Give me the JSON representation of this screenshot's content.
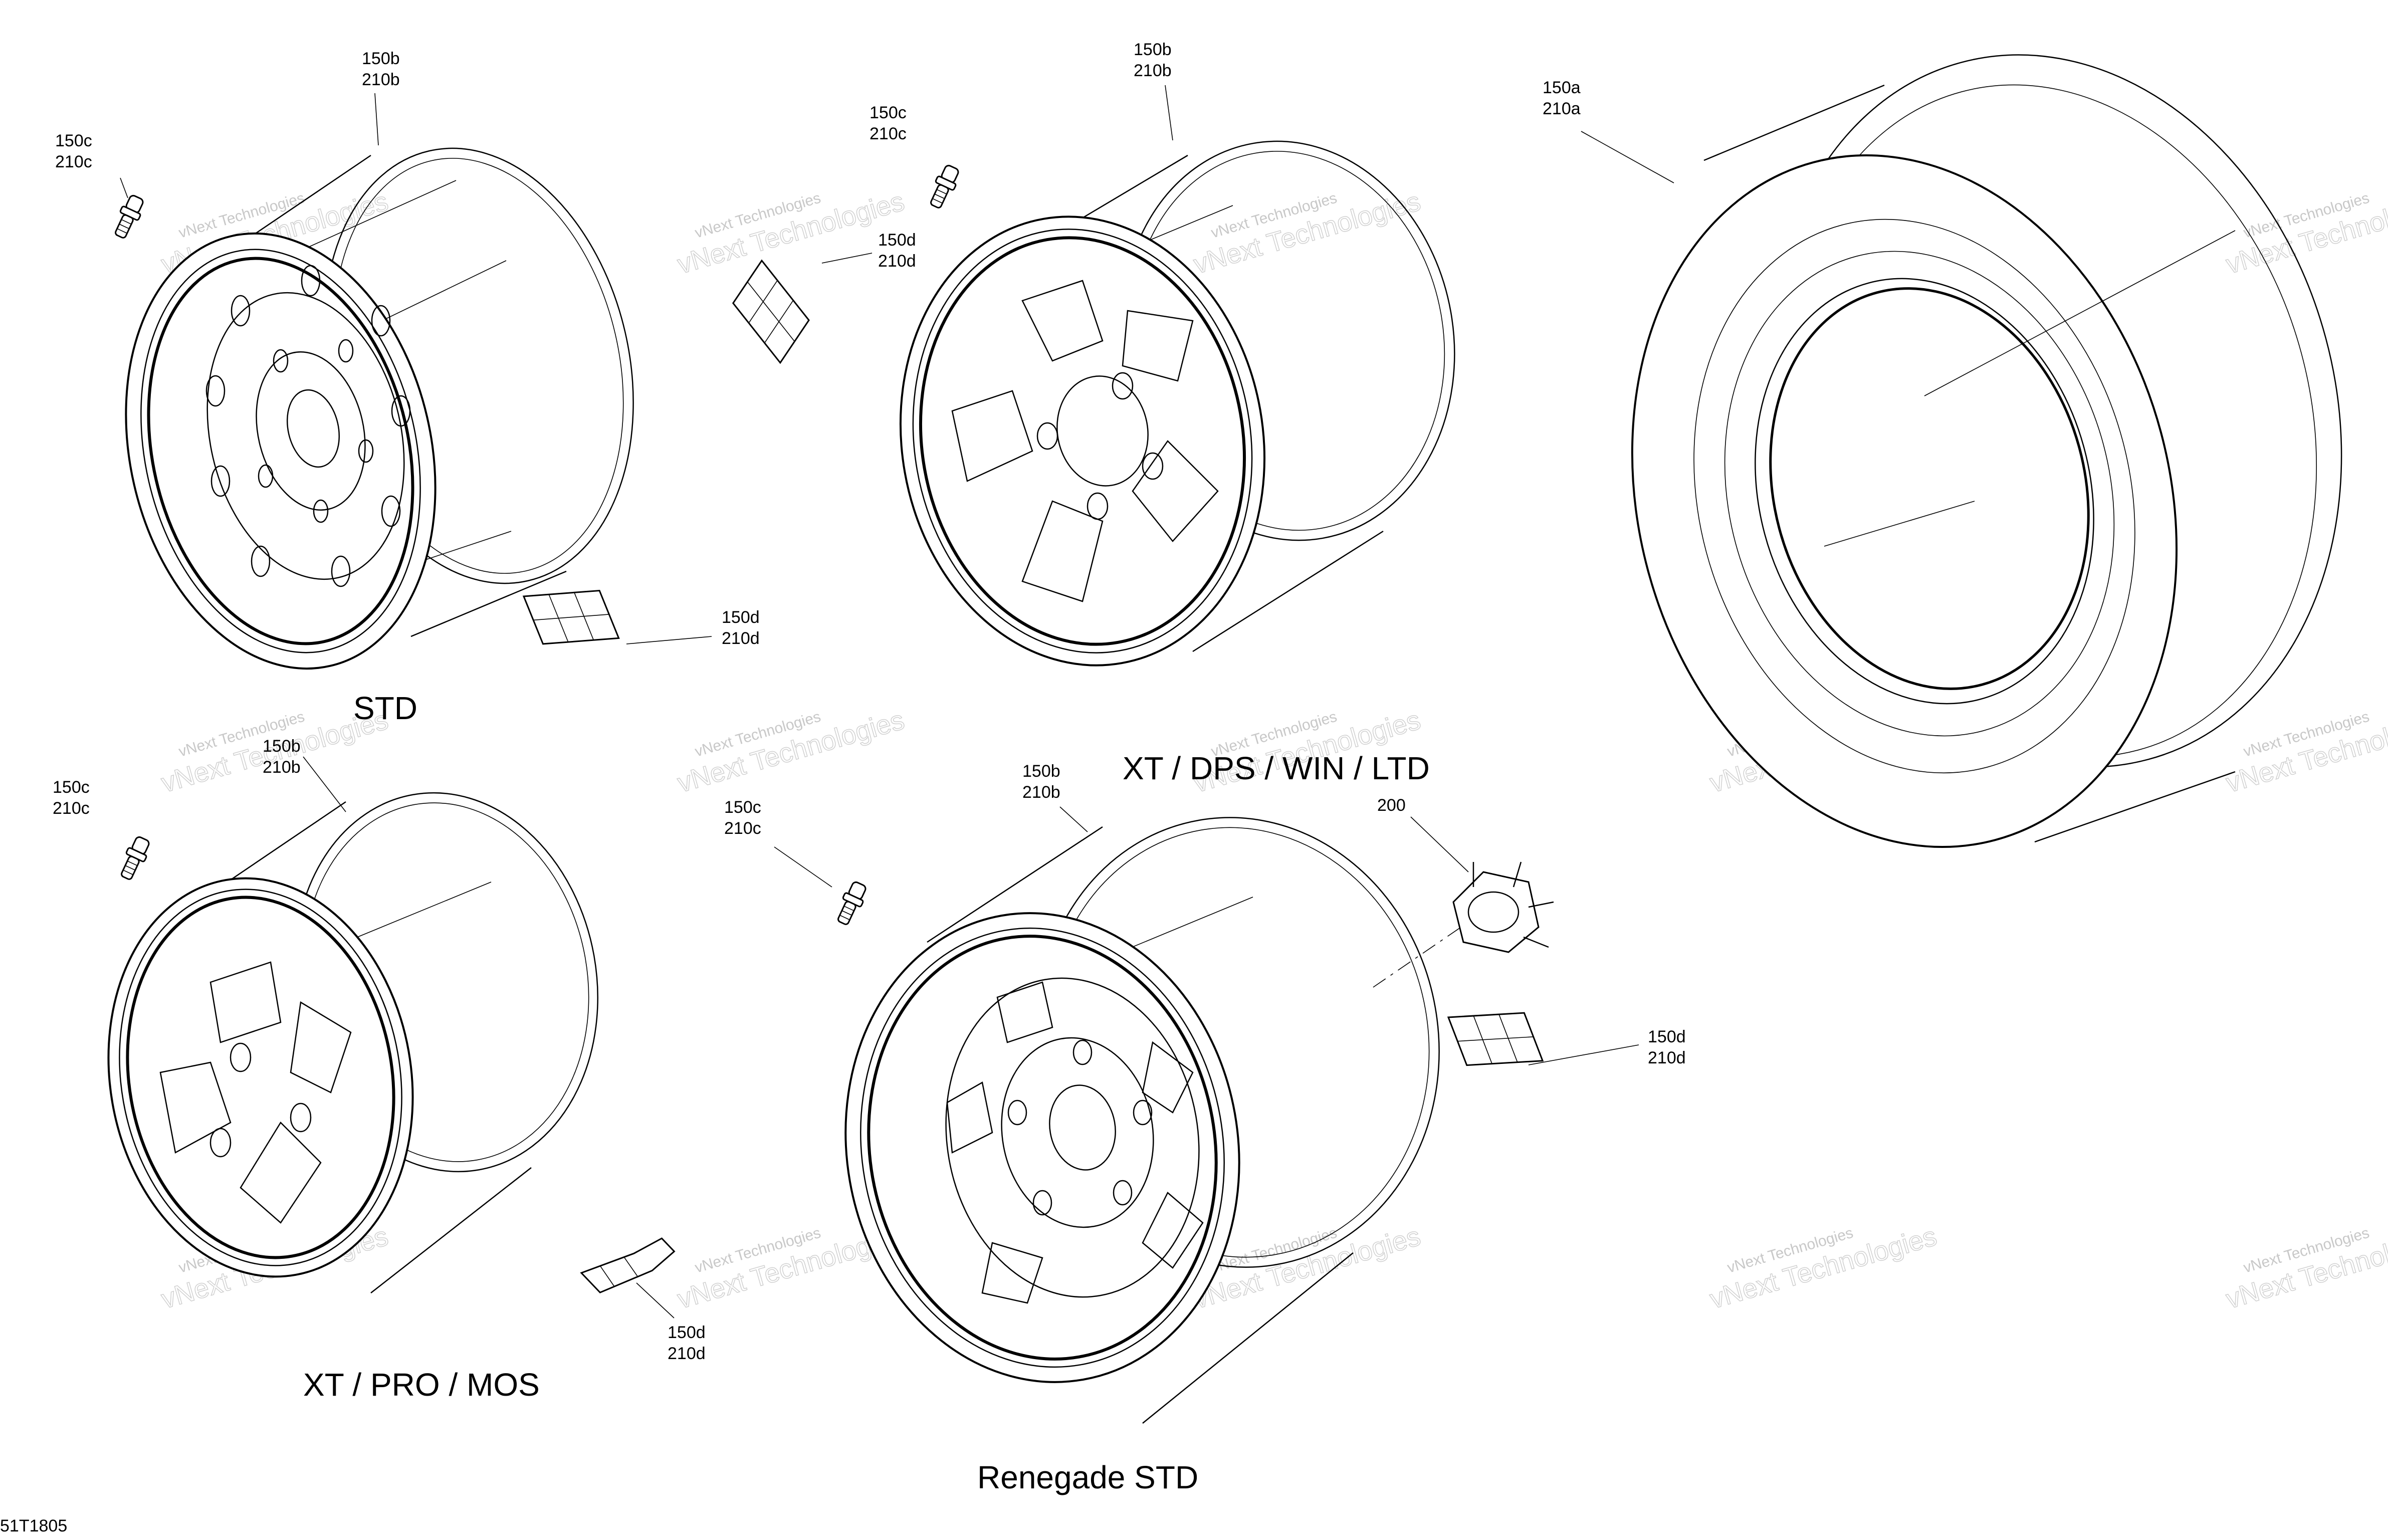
{
  "diagram": {
    "reference_code": "51T1805",
    "watermark": {
      "line1": "vNext Technologies",
      "line2": "vNext Technologies"
    },
    "groups": [
      {
        "id": "std",
        "title": "STD",
        "callouts": [
          {
            "id": "rim",
            "lines": [
              "150b",
              "210b"
            ]
          },
          {
            "id": "valve",
            "lines": [
              "150c",
              "210c"
            ]
          },
          {
            "id": "weight",
            "lines": [
              "150d",
              "210d"
            ]
          }
        ]
      },
      {
        "id": "xt-dps-win-ltd",
        "title": "XT / DPS / WIN / LTD",
        "callouts": [
          {
            "id": "rim",
            "lines": [
              "150b",
              "210b"
            ]
          },
          {
            "id": "valve",
            "lines": [
              "150c",
              "210c"
            ]
          },
          {
            "id": "weight",
            "lines": [
              "150d",
              "210d"
            ]
          }
        ]
      },
      {
        "id": "tire",
        "title": "",
        "callouts": [
          {
            "id": "tire",
            "lines": [
              "150a",
              "210a"
            ]
          }
        ]
      },
      {
        "id": "xt-pro-mos",
        "title": "XT / PRO / MOS",
        "callouts": [
          {
            "id": "rim",
            "lines": [
              "150b",
              "210b"
            ]
          },
          {
            "id": "valve",
            "lines": [
              "150c",
              "210c"
            ]
          },
          {
            "id": "weight",
            "lines": [
              "150d",
              "210d"
            ]
          }
        ]
      },
      {
        "id": "renegade-std",
        "title": "Renegade STD",
        "callouts": [
          {
            "id": "rim",
            "lines": [
              "150b",
              "210b"
            ]
          },
          {
            "id": "valve",
            "lines": [
              "150c",
              "210c"
            ]
          },
          {
            "id": "cap",
            "lines": [
              "200"
            ]
          },
          {
            "id": "weight",
            "lines": [
              "150d",
              "210d"
            ]
          }
        ]
      }
    ]
  }
}
